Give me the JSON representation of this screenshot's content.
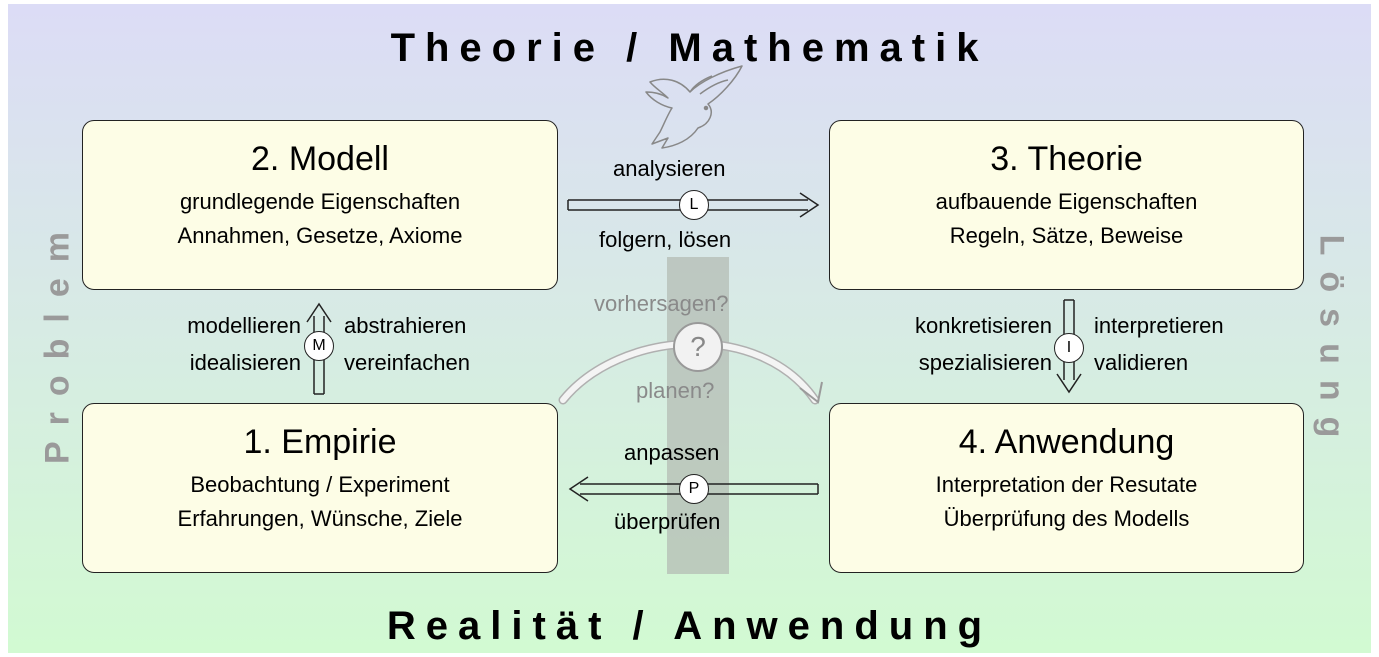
{
  "header": {
    "title": "Theorie / Mathematik"
  },
  "footer": {
    "title": "Realität / Anwendung"
  },
  "side": {
    "left": "Problem",
    "right": "Lösung"
  },
  "boxes": {
    "modell": {
      "title": "2. Modell",
      "line1": "grundlegende Eigenschaften",
      "line2": "Annahmen, Gesetze, Axiome"
    },
    "theorie": {
      "title": "3. Theorie",
      "line1": "aufbauende Eigenschaften",
      "line2": "Regeln, Sätze, Beweise"
    },
    "empirie": {
      "title": "1. Empirie",
      "line1": "Beobachtung / Experiment",
      "line2": "Erfahrungen, Wünsche, Ziele"
    },
    "anwendung": {
      "title": "4. Anwendung",
      "line1": "Interpretation der Resutate",
      "line2": "Überprüfung des Modells"
    }
  },
  "arrows": {
    "top": {
      "above": "analysieren",
      "below": "folgern, lösen",
      "letter": "L"
    },
    "bottom": {
      "above": "anpassen",
      "below": "überprüfen",
      "letter": "P"
    },
    "left": {
      "left1": "modellieren",
      "left2": "idealisieren",
      "right1": "abstrahieren",
      "right2": "vereinfachen",
      "letter": "M"
    },
    "right": {
      "left1": "konkretisieren",
      "left2": "spezialisieren",
      "right1": "interpretieren",
      "right2": "validieren",
      "letter": "I"
    },
    "middle": {
      "above": "vorhersagen?",
      "below": "planen?",
      "letter": "?"
    }
  },
  "colors": {
    "bg_top": "#dcdcf6",
    "bg_bottom": "#d2fad2",
    "box_fill": "#fdfde6",
    "band": "#b4bcb4"
  },
  "icons": {
    "bird": "dove-icon"
  }
}
